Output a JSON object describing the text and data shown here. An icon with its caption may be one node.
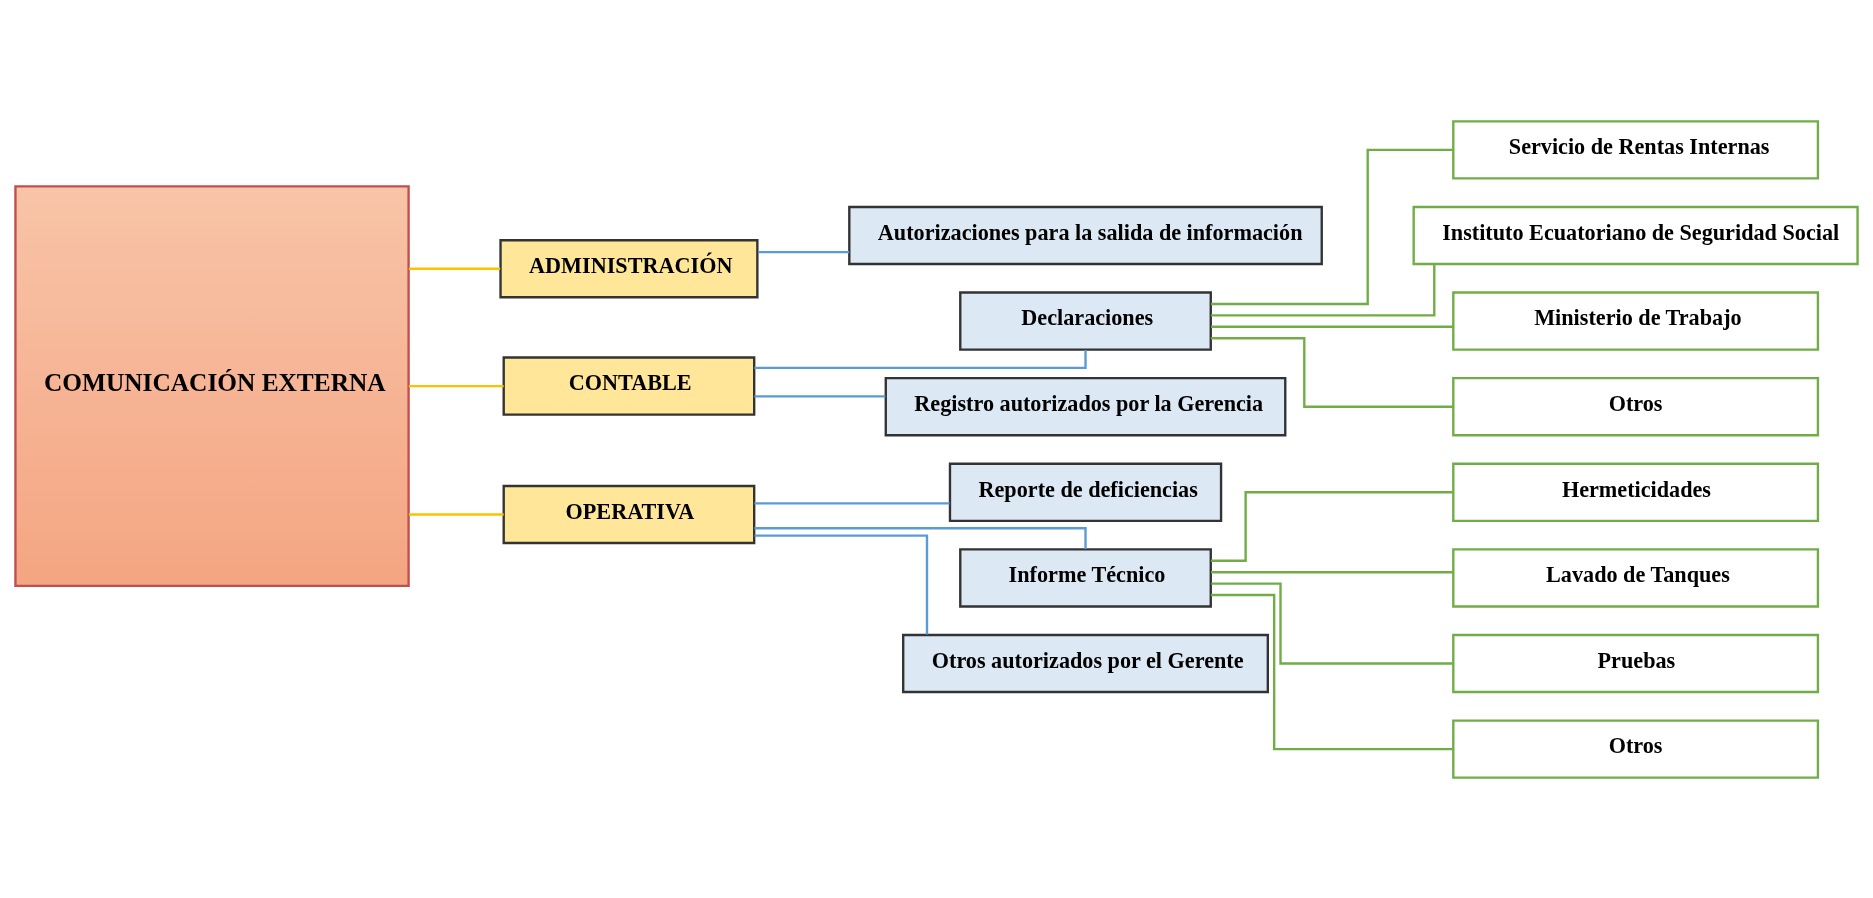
{
  "diagram": {
    "nodes": [
      {
        "text": [
          "COMUNICACIÓN EXTERNA"
        ]
      },
      {
        "text": [
          "ADMINISTRACIÓN"
        ]
      },
      {
        "text": [
          "CONTABLE"
        ]
      },
      {
        "text": [
          "OPERATIVA"
        ]
      },
      {
        "text": [
          "Autorizaciones para la salida de información"
        ]
      },
      {
        "text": [
          "Declaraciones"
        ]
      },
      {
        "text": [
          "Registro autorizados por la Gerencia"
        ]
      },
      {
        "text": [
          "Reporte de deficiencias"
        ]
      },
      {
        "text": [
          "Informe Técnico"
        ]
      },
      {
        "text": [
          "Otros autorizados por el Gerente"
        ]
      },
      {
        "text": [
          "Servicio de Rentas Internas"
        ]
      },
      {
        "text": [
          "Instituto Ecuatoriano de Seguridad Social"
        ]
      },
      {
        "text": [
          "Ministerio de Trabajo"
        ]
      },
      {
        "text": [
          "Otros"
        ]
      },
      {
        "text": [
          "Hermeticidades"
        ]
      },
      {
        "text": [
          "Lavado de Tanques"
        ]
      },
      {
        "text": [
          "Pruebas"
        ]
      },
      {
        "text": [
          "Otros"
        ]
      }
    ],
    "edges": [
      {
        "from": 0,
        "to": 1,
        "arrow": "none",
        "color": "#ffc000"
      },
      {
        "from": 0,
        "to": 2,
        "arrow": "none",
        "color": "#ffc000"
      },
      {
        "from": 0,
        "to": 3,
        "arrow": "none",
        "color": "#ffc000"
      },
      {
        "from": 1,
        "to": 4,
        "arrow": "none",
        "color": "#5b9bd5"
      },
      {
        "from": 2,
        "to": 5,
        "arrow": "none",
        "color": "#5b9bd5"
      },
      {
        "from": 2,
        "to": 6,
        "arrow": "none",
        "color": "#5b9bd5"
      },
      {
        "from": 3,
        "to": 7,
        "arrow": "none",
        "color": "#5b9bd5"
      },
      {
        "from": 3,
        "to": 8,
        "arrow": "none",
        "color": "#5b9bd5"
      },
      {
        "from": 3,
        "to": 9,
        "arrow": "none",
        "color": "#5b9bd5"
      },
      {
        "from": 5,
        "to": 10,
        "arrow": "none",
        "color": "#70ad47"
      },
      {
        "from": 5,
        "to": 11,
        "arrow": "none",
        "color": "#70ad47"
      },
      {
        "from": 5,
        "to": 12,
        "arrow": "none",
        "color": "#70ad47"
      },
      {
        "from": 5,
        "to": 13,
        "arrow": "none",
        "color": "#70ad47"
      },
      {
        "from": 8,
        "to": 14,
        "arrow": "none",
        "color": "#70ad47"
      },
      {
        "from": 8,
        "to": 15,
        "arrow": "none",
        "color": "#70ad47"
      },
      {
        "from": 8,
        "to": 16,
        "arrow": "none",
        "color": "#70ad47"
      },
      {
        "from": 8,
        "to": 17,
        "arrow": "none",
        "color": "#70ad47"
      }
    ]
  }
}
